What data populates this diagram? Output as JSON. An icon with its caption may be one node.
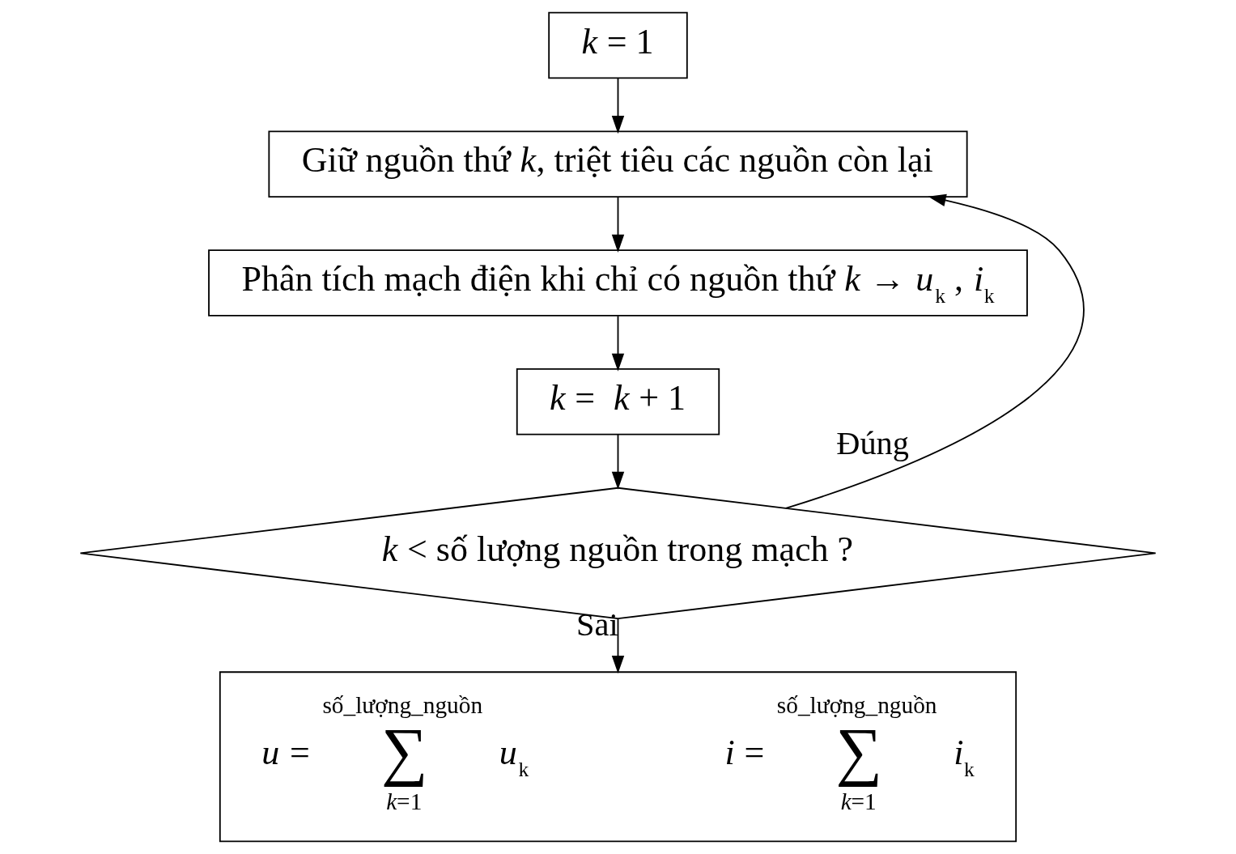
{
  "diagram": {
    "nodes": [
      {
        "text": [
          "*k* = 1"
        ]
      },
      {
        "text": [
          "Giữ nguồn thứ *k*, triệt tiêu các nguồn còn lại"
        ]
      },
      {
        "text": [
          "Phân tích mạch điện khi chỉ có nguồn thứ *k* → *u*$_{k}$ , *i*$_{k}$"
        ]
      },
      {
        "text": [
          "*k* =  *k* + 1"
        ]
      },
      {
        "text": [
          "*k* < số lượng nguồn trong mạch ?"
        ]
      },
      {
        "text": [
          "*u* =",
          "số_lượng_nguồn",
          "∑",
          "*k*=1",
          "*u*$_{k}$",
          "*i* =",
          "số_lượng_nguồn",
          "∑",
          "*k*=1",
          "*i*$_{k}$"
        ]
      }
    ],
    "edges": [
      {
        "from": 0,
        "to": 1,
        "arrow": "to"
      },
      {
        "from": 1,
        "to": 2,
        "arrow": "to"
      },
      {
        "from": 2,
        "to": 3,
        "arrow": "to"
      },
      {
        "from": 3,
        "to": 4,
        "arrow": "to"
      },
      {
        "from": 4,
        "to": 1,
        "arrow": "to",
        "label": "Đúng"
      },
      {
        "from": 4,
        "to": 5,
        "arrow": "to",
        "label": "Sai"
      }
    ]
  }
}
